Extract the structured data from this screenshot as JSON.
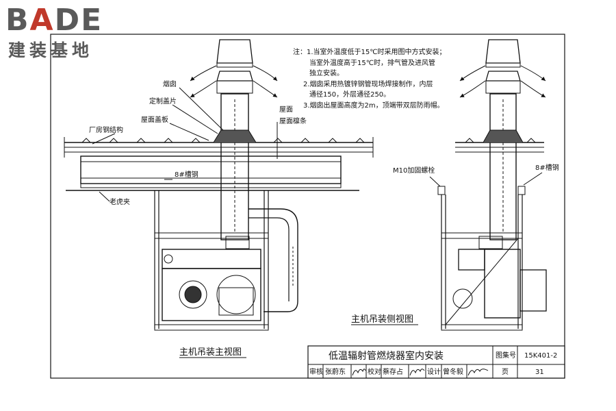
{
  "logo": {
    "brand_prefix": "B",
    "brand_accent": "A",
    "brand_suffix": "DE",
    "subtitle": "建装基地",
    "accent_color": "#c0392b"
  },
  "notes": {
    "lines": [
      "注：1.当室外温度低于15℃时采用图中方式安装；",
      "当室外温度高于15℃时，排气管及进风管",
      "独立安装。",
      "2.烟囱采用热镀锌钢管现场焊接制作，内层",
      "通径150，外层通径250。",
      "3.烟囱出屋面高度为2m，顶端带双层防雨帽。"
    ]
  },
  "front_view": {
    "caption": "主机吊装主视图",
    "labels": {
      "chimney": "烟囱",
      "custom_cap": "定制盖片",
      "roof_cover": "屋面盖板",
      "factory_steel": "厂房钢结构",
      "roof": "屋面",
      "roof_purlin": "屋面檩条",
      "channel_steel": "8#槽钢",
      "tiger_clamp": "老虎夹"
    }
  },
  "side_view": {
    "caption": "主机吊装侧视图",
    "labels": {
      "bolt": "M10加固螺栓",
      "channel_steel": "8#槽钢"
    }
  },
  "title_block": {
    "title": "低温辐射管燃烧器室内安装",
    "atlas_label": "图集号",
    "atlas_no": "15K401-2",
    "review_label": "审核",
    "reviewer": "张蔚东",
    "check_label": "校对",
    "checker": "蔡存占",
    "design_label": "设计",
    "designer": "曾冬毅",
    "page_label": "页",
    "page_no": "31"
  }
}
